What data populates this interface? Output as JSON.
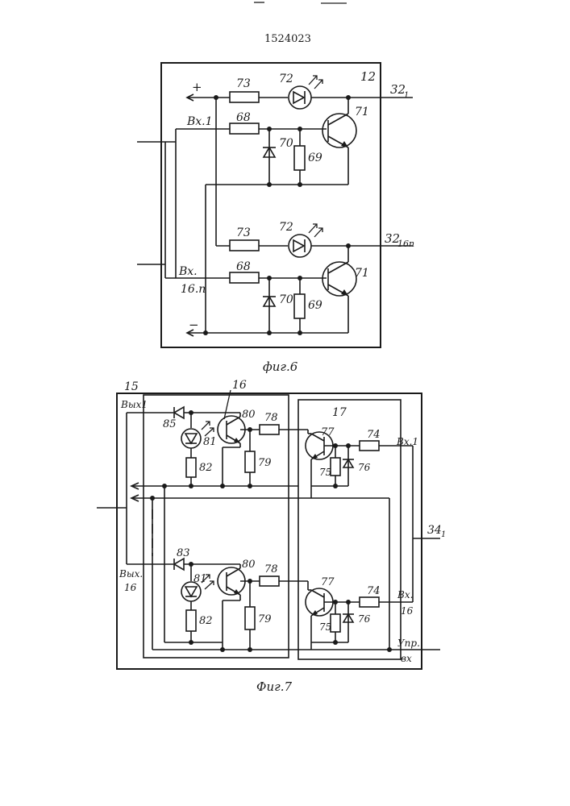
{
  "header": {
    "patent_number": "1524023"
  },
  "fig6": {
    "caption": "фиг.6",
    "block_label": "12",
    "plus": "+",
    "minus": "−",
    "in1": "Вх.1",
    "in16_a": "Вх.",
    "in16_b": "16.п",
    "out_top": "32",
    "out_top_sub": "1",
    "out_bottom": "32",
    "out_bottom_sub": "16п",
    "r73": "73",
    "led72": "72",
    "r68": "68",
    "d70": "70",
    "r69": "69",
    "q71": "71"
  },
  "fig7": {
    "caption": "Фиг.7",
    "block15": "15",
    "block16": "16",
    "block17": "17",
    "out1": "Вых1",
    "out16_a": "Вых.",
    "out16_b": "16",
    "in1": "Вх.1",
    "in16_a": "Вх.",
    "in16_b": "16",
    "ctrl_a": "Упр.",
    "ctrl_b": "вх",
    "ext": "34",
    "ext_sub": "1",
    "d85": "85",
    "d83": "83",
    "led81": "81",
    "r82": "82",
    "q80": "80",
    "r79": "79",
    "r78": "78",
    "q77": "77",
    "r74": "74",
    "r75": "75",
    "d76": "76"
  }
}
